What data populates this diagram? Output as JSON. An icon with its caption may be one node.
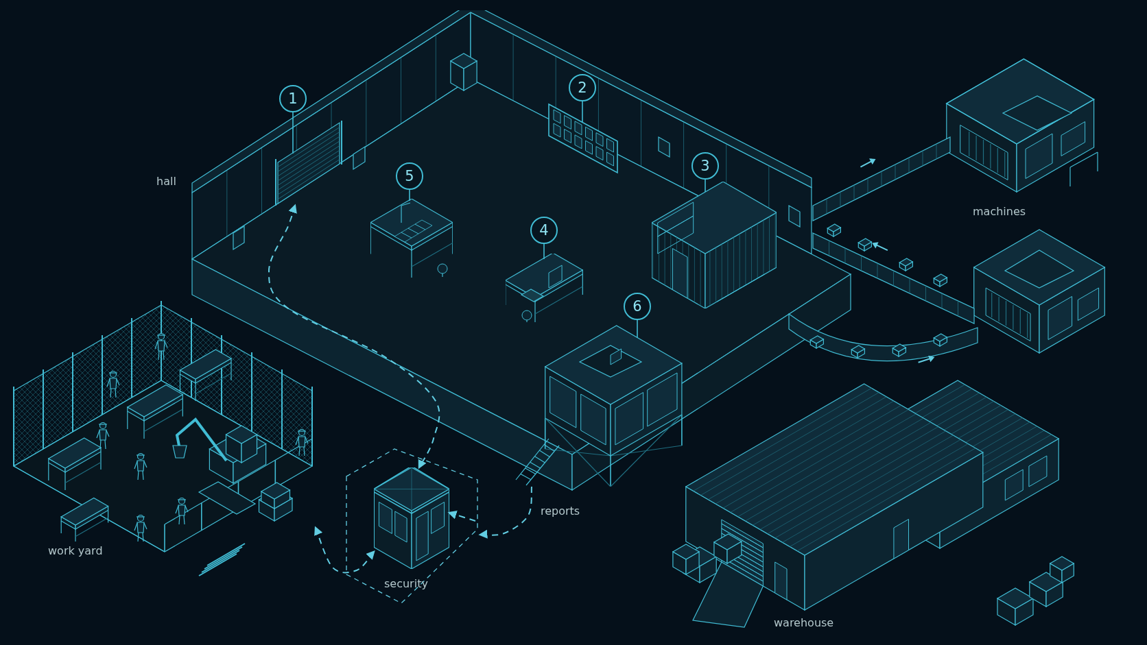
{
  "diagram": {
    "nodes": [
      {
        "text": [
          "hall"
        ]
      },
      {
        "text": [
          "machines"
        ]
      },
      {
        "text": [
          "work yard"
        ]
      },
      {
        "text": [
          "security"
        ]
      },
      {
        "text": [
          "warehouse"
        ]
      },
      {
        "text": [
          "1"
        ],
        "in": 0
      },
      {
        "text": [
          "2"
        ],
        "in": 0
      },
      {
        "text": [
          "3"
        ],
        "in": 0
      },
      {
        "text": [
          "4"
        ],
        "in": 0
      },
      {
        "text": [
          "5"
        ],
        "in": 0
      },
      {
        "text": [
          "6"
        ],
        "in": 0
      },
      {
        "text": [],
        "shape": "picture",
        "in": 0
      },
      {
        "text": [],
        "shape": "picture",
        "in": 0
      },
      {
        "text": [],
        "shape": "picture",
        "in": 0
      },
      {
        "text": [],
        "shape": "picture",
        "in": 0
      },
      {
        "text": [],
        "shape": "picture",
        "in": 0
      },
      {
        "text": [],
        "shape": "picture"
      },
      {
        "text": [],
        "shape": "picture",
        "in": 3
      }
    ],
    "edges": [
      {
        "from": 5,
        "to": 11,
        "arrow": "none"
      },
      {
        "from": 6,
        "to": 12,
        "arrow": "none"
      },
      {
        "from": 7,
        "to": 13,
        "arrow": "none"
      },
      {
        "from": 8,
        "to": 14,
        "arrow": "none"
      },
      {
        "from": 9,
        "to": 15,
        "arrow": "none"
      },
      {
        "from": 10,
        "to": 16,
        "arrow": "none"
      },
      {
        "from": 11,
        "to": 17,
        "arrow": "both",
        "style": "dashed"
      },
      {
        "from": 16,
        "to": 3,
        "arrow": "to",
        "style": "dashed",
        "label": "reports"
      },
      {
        "from": null,
        "to": 17,
        "arrow": "to",
        "style": "dashed"
      },
      {
        "from": 2,
        "to": 17,
        "arrow": "both",
        "style": "dashed"
      }
    ]
  }
}
